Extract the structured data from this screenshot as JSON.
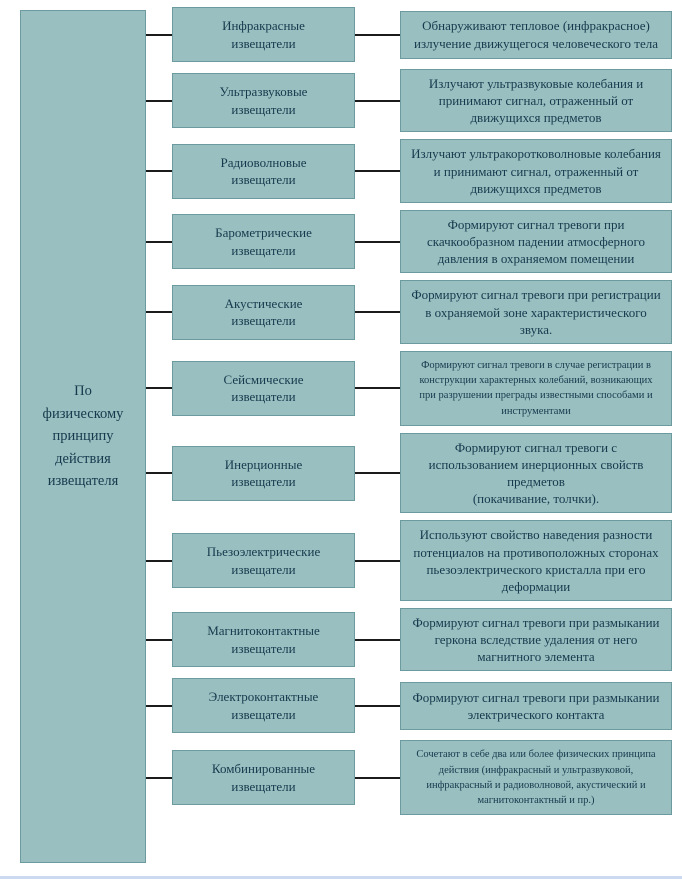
{
  "diagram": {
    "root": {
      "label": "По\nфизическому\nпринципу\nдействия\nизвещателя"
    },
    "rows": [
      {
        "type": "Инфракрасные\nизвещатели",
        "desc": "Обнаруживают тепловое (инфракрасное) излучение движущегося человеческого тела"
      },
      {
        "type": "Ультразвуковые\nизвещатели",
        "desc": "Излучают ультразвуковые колебания и принимают сигнал, отраженный от движущихся предметов"
      },
      {
        "type": "Радиоволновые\nизвещатели",
        "desc": "Излучают ультракоротковолновые колебания и принимают сигнал, отраженный от движущихся предметов"
      },
      {
        "type": "Барометрические\nизвещатели",
        "desc": "Формируют сигнал тревоги при скачкообразном падении атмосферного давления в охраняемом помещении"
      },
      {
        "type": "Акустические\nизвещатели",
        "desc": "Формируют сигнал тревоги при регистрации в охраняемой зоне характеристического звука."
      },
      {
        "type": "Сейсмические\nизвещатели",
        "desc": "Формируют сигнал тревоги в случае регистрации в конструкции характерных колебаний, возникающих при разрушении преграды известными способами и инструментами"
      },
      {
        "type": "Инерционные\nизвещатели",
        "desc": "Формируют сигнал тревоги с использованием инерционных свойств предметов\n(покачивание, толчки)."
      },
      {
        "type": "Пьезоэлектрические\nизвещатели",
        "desc": "Используют свойство наведения разности потенциалов на противоположных сторонах пьезоэлектрического кристалла при его деформации"
      },
      {
        "type": "Магнитоконтактные\nизвещатели",
        "desc": "Формируют сигнал тревоги при размыкании геркона вследствие удаления от него магнитного элемента"
      },
      {
        "type": "Электроконтактные\nизвещатели",
        "desc": "Формируют сигнал тревоги при размыкании электрического контакта"
      },
      {
        "type": "Комбинированные\nизвещатели",
        "desc": "Сочетают в себе два или более физических принципа действия (инфракрасный и ультразвуковой, инфракрасный и радиоволновой, акустический и магнитоконтактный и пр.)"
      }
    ],
    "colors": {
      "box_fill": "#9abfc0",
      "box_border": "#6b9b9e",
      "text": "#163a4d",
      "connector": "#1b1b1b",
      "bottom_line": "#ccd9ee",
      "background": "#ffffff"
    }
  }
}
